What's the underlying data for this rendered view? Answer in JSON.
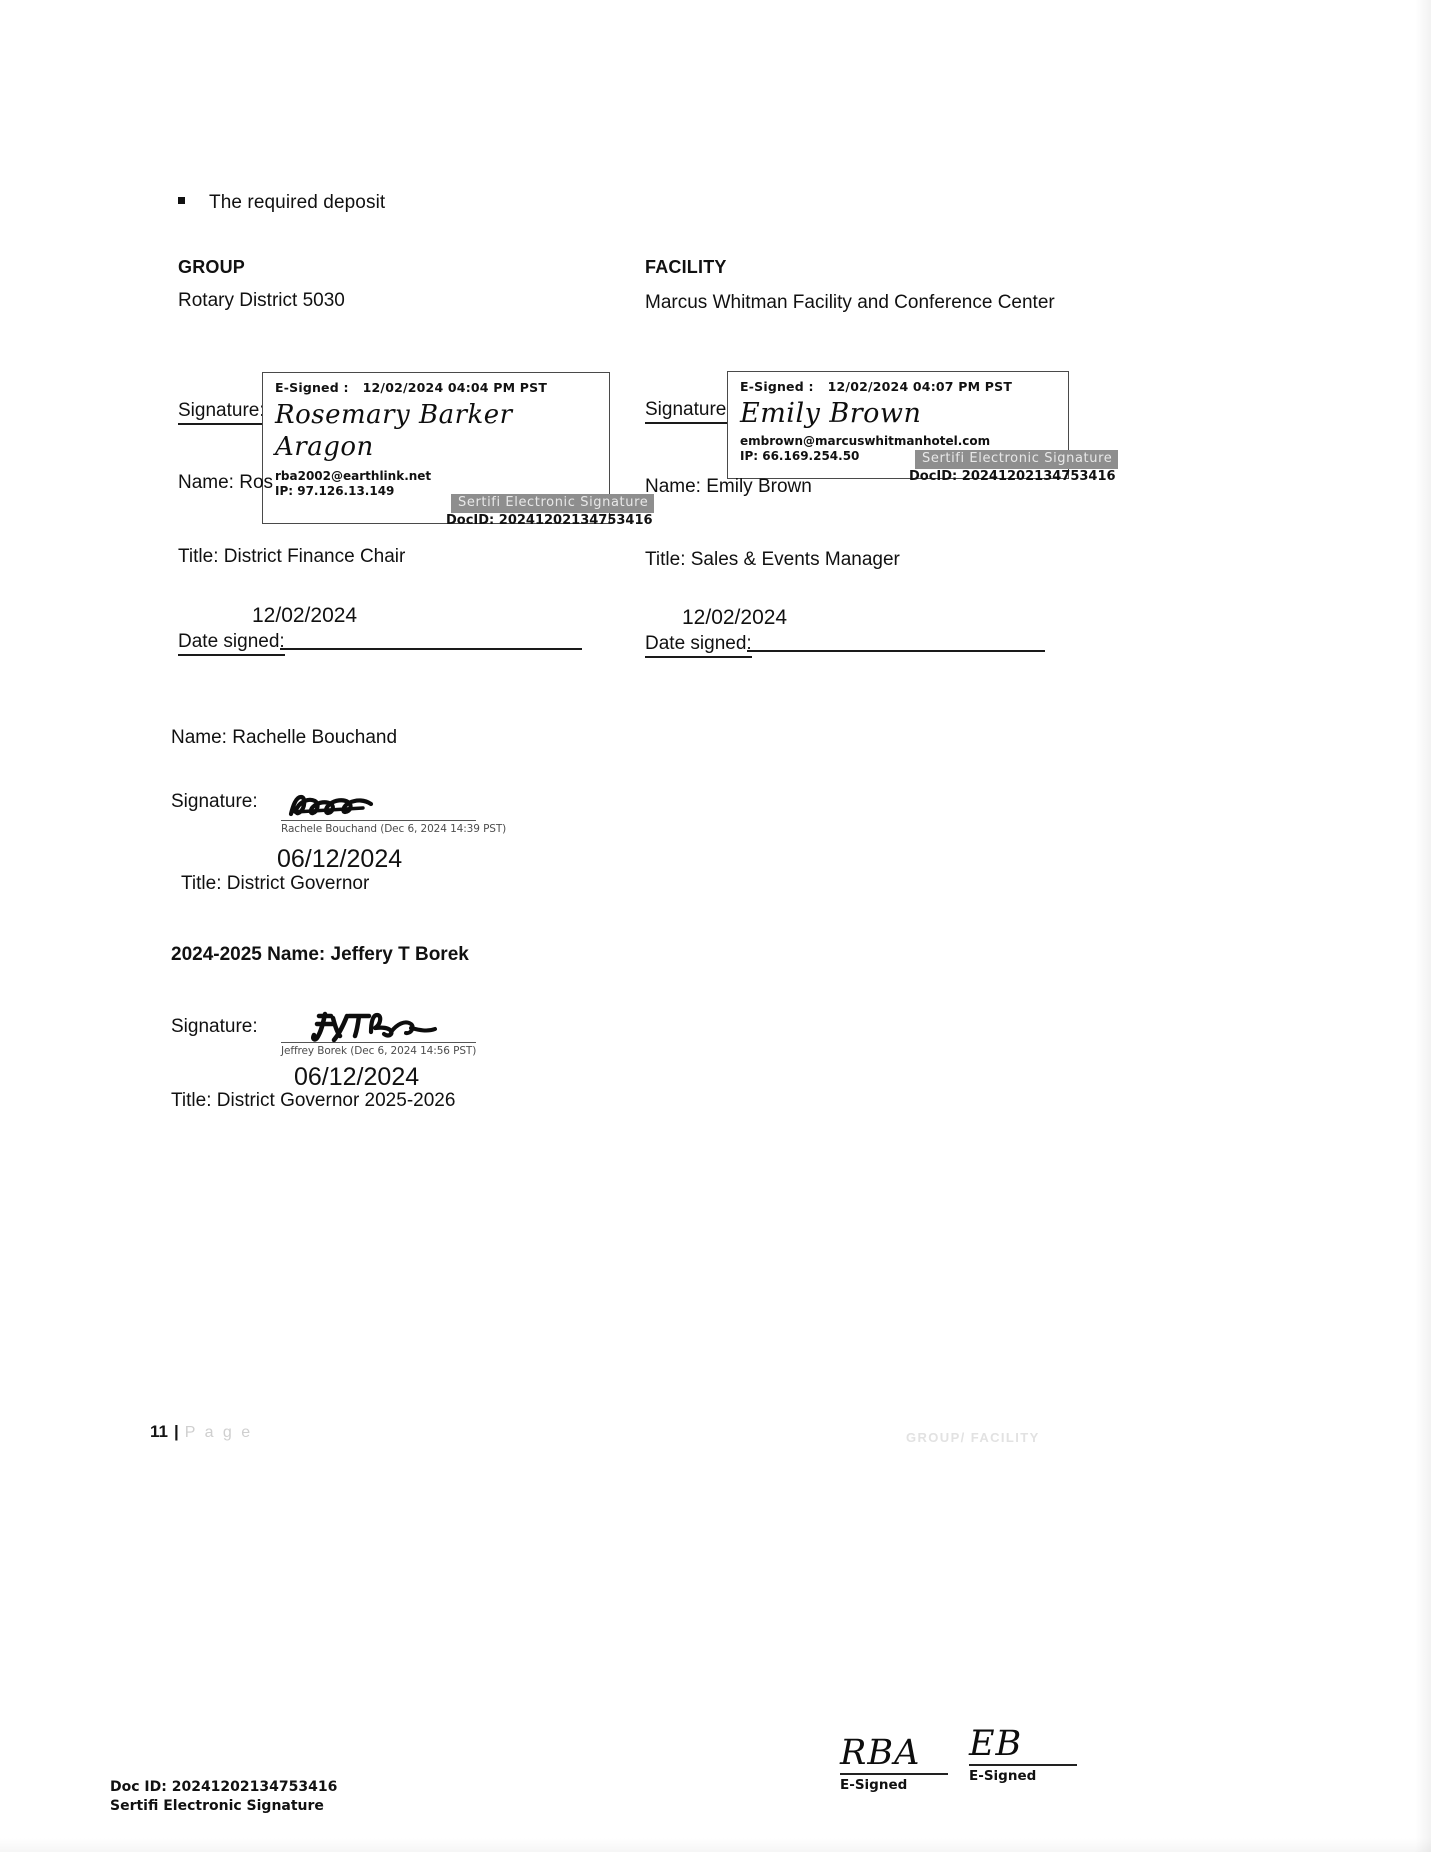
{
  "document": {
    "bullet_item": "The required deposit",
    "group": {
      "header": "GROUP",
      "value": "Rotary District 5030"
    },
    "facility": {
      "header": "FACILITY",
      "value": "Marcus Whitman Facility and Conference Center"
    }
  },
  "signature_blocks": [
    {
      "signature_label": "Signature:",
      "esign_label": "E-Signed :",
      "esign_datetime": "12/02/2024 04:04 PM PST",
      "signature_script_line1": "Rosemary Barker",
      "signature_script_line2": "Aragon",
      "email": "rba2002@earthlink.net",
      "ip": "IP: 97.126.13.149",
      "watermark": "Sertifi Electronic Signature",
      "docid": "DocID: 20241202134753416",
      "name_row": "Name:  Ros",
      "title_row": "Title: District Finance Chair",
      "date_value": "12/02/2024",
      "date_signed_label": "Date signed:"
    },
    {
      "signature_label": "Signature:",
      "esign_label": "E-Signed :",
      "esign_datetime": "12/02/2024 04:07 PM PST",
      "signature_script_line1": "Emily Brown",
      "signature_script_line2": "",
      "email": "embrown@marcuswhitmanhotel.com",
      "ip": "IP: 66.169.254.50",
      "watermark": "Sertifi Electronic Signature",
      "docid": "DocID: 20241202134753416",
      "name_row": "Name: Emily Brown",
      "title_row": "Title: Sales & Events Manager",
      "date_value": "12/02/2024",
      "date_signed_label": "Date signed:"
    }
  ],
  "additional_signers": [
    {
      "name_row": "Name: Rachelle Bouchand",
      "signature_label": "Signature:",
      "signature_caption": "Rachele Bouchand (Dec 6, 2024 14:39 PST)",
      "date_value": "06/12/2024",
      "title_row": "Title: District Governor"
    },
    {
      "name_row": "2024-2025 Name: Jeffery T Borek",
      "signature_label": "Signature:",
      "signature_caption": "Jeffrey Borek (Dec 6, 2024 14:56 PST)",
      "date_value": "06/12/2024",
      "title_row": "Title: District Governor 2025-2026"
    }
  ],
  "footer": {
    "page_number": "11",
    "page_separator": "|",
    "page_word": "P a g e",
    "faint_label": "GROUP/ FACILITY",
    "doc_id_line": "Doc ID: 20241202134753416",
    "sertifi_line": "Sertifi Electronic Signature",
    "initials": [
      {
        "glyph": "RBA",
        "caption": "E-Signed"
      },
      {
        "glyph": "EB",
        "caption": "E-Signed"
      }
    ]
  }
}
